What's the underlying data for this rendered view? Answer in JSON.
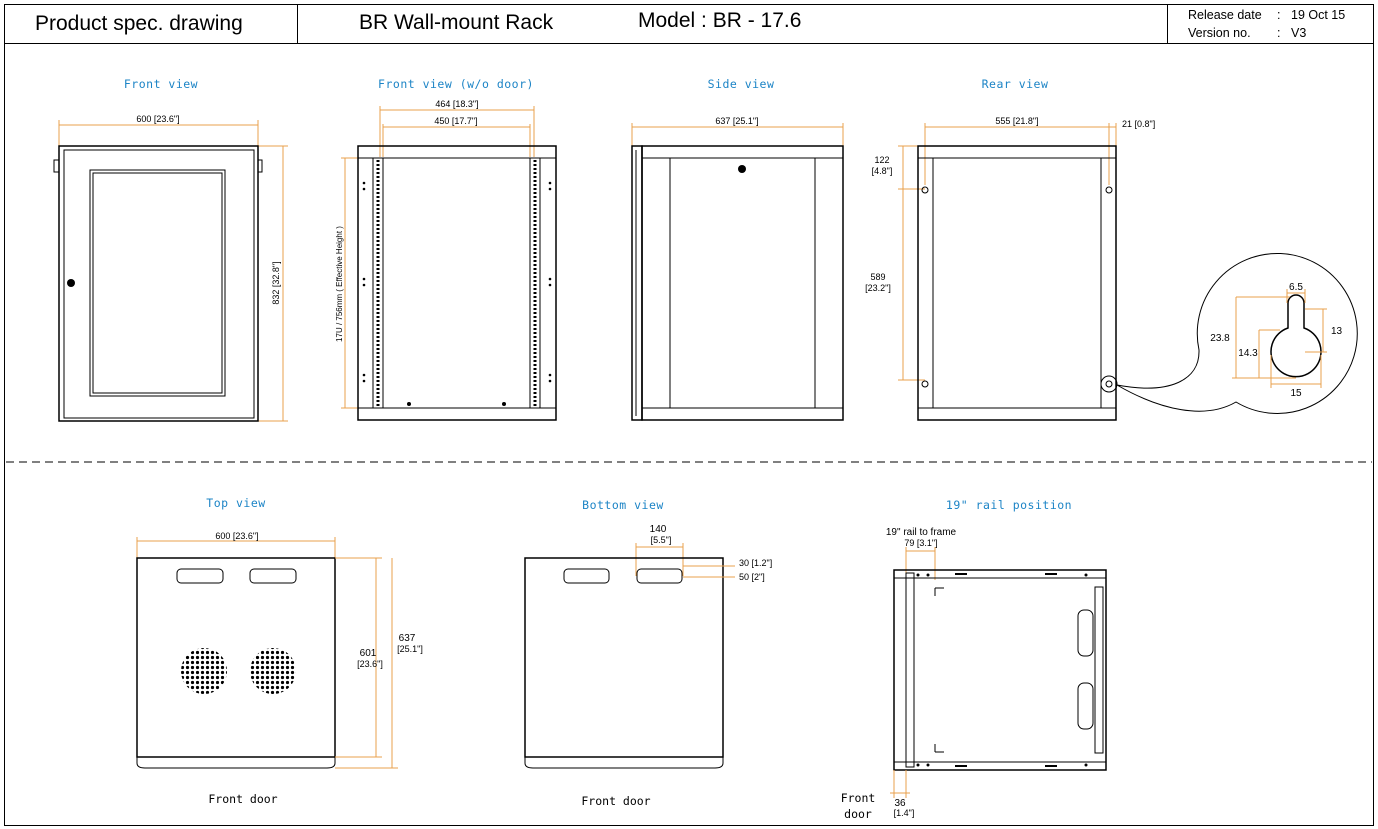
{
  "header": {
    "doc_title": "Product spec. drawing",
    "product": "BR Wall-mount Rack",
    "model": "Model : BR - 17.6",
    "release_label": "Release date",
    "release_value": "19 Oct 15",
    "version_label": "Version no.",
    "version_value": "V3",
    "sep": ":"
  },
  "views": {
    "front": "Front view",
    "front_no_door": "Front view (w/o door)",
    "side": "Side view",
    "rear": "Rear view",
    "top": "Top view",
    "bottom": "Bottom view",
    "rail": "19\" rail position"
  },
  "dims": {
    "front_w": "600 [23.6\"]",
    "front_h": "832 [32.8\"]",
    "nd_w1": "464 [18.3\"]",
    "nd_w2": "450 [17.7\"]",
    "nd_h": "17U / 756mm ( Effective Height )",
    "side_w": "637 [25.1\"]",
    "rear_w": "555 [21.8\"]",
    "rear_off": "21 [0.8\"]",
    "rear_top_a": "122",
    "rear_top_b": "[4.8\"]",
    "rear_mid_a": "589",
    "rear_mid_b": "[23.2\"]",
    "kh_65": "6.5",
    "kh_13": "13",
    "kh_238": "23.8",
    "kh_143": "14.3",
    "kh_15": "15",
    "top_w": "600 [23.6\"]",
    "top_d1a": "601",
    "top_d1b": "[23.6\"]",
    "top_d2a": "637",
    "top_d2b": "[25.1\"]",
    "bot_wa": "140",
    "bot_wb": "[5.5\"]",
    "bot_30": "30 [1.2\"]",
    "bot_50": "50 [2\"]",
    "rail_lbl": "19\" rail to frame",
    "rail_79": "79 [3.1\"]",
    "rail_36a": "36",
    "rail_36b": "[1.4\"]"
  },
  "captions": {
    "top_front": "Front door",
    "bottom_front": "Front door",
    "rail_front_a": "Front",
    "rail_front_b": "door"
  },
  "colors": {
    "dimension": "#e8a04c",
    "view_title": "#1c84c6"
  }
}
